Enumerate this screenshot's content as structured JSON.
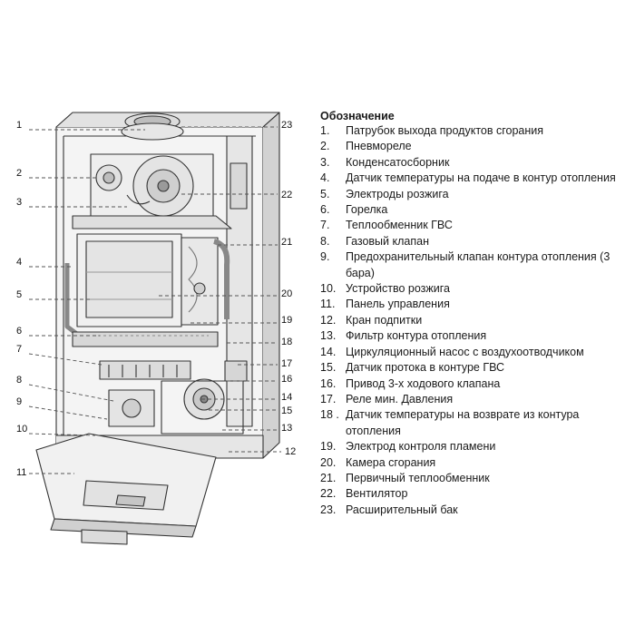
{
  "legend": {
    "title": "Обозначение",
    "items": [
      {
        "num": "1.",
        "text": "Патрубок выхода продуктов сгорания"
      },
      {
        "num": "2.",
        "text": "Пневмореле"
      },
      {
        "num": "3.",
        "text": "Конденсатосборник"
      },
      {
        "num": "4.",
        "text": "Датчик температуры на подаче в контур отопления"
      },
      {
        "num": "5.",
        "text": "Электроды розжига"
      },
      {
        "num": "6.",
        "text": "Горелка"
      },
      {
        "num": "7.",
        "text": "Теплообменник ГВС"
      },
      {
        "num": "8.",
        "text": "Газовый клапан"
      },
      {
        "num": "9.",
        "text": "Предохранительный клапан контура отопления (3 бара)"
      },
      {
        "num": "10.",
        "text": "Устройство розжига"
      },
      {
        "num": "11.",
        "text": "Панель управления"
      },
      {
        "num": "12.",
        "text": "Кран подпитки"
      },
      {
        "num": "13.",
        "text": "Фильтр контура отопления"
      },
      {
        "num": "14.",
        "text": "Циркуляционный насос с воздухоотводчиком"
      },
      {
        "num": "15.",
        "text": "Датчик протока в контуре  ГВС"
      },
      {
        "num": "16.",
        "text": "Привод 3-х ходового клапана"
      },
      {
        "num": "17.",
        "text": "Реле мин. Давления"
      },
      {
        "num": "18 .",
        "text": "Датчик температуры на возврате из контура отопления"
      },
      {
        "num": "19.",
        "text": "Электрод контроля пламени"
      },
      {
        "num": "20.",
        "text": "Камера сгорания"
      },
      {
        "num": "21.",
        "text": "Первичный теплообменник"
      },
      {
        "num": "22.",
        "text": "Вентилятор"
      },
      {
        "num": "23.",
        "text": "Расширительный бак"
      }
    ]
  },
  "callouts": {
    "left": [
      "1",
      "2",
      "3",
      "4",
      "5",
      "6",
      "7",
      "8",
      "9",
      "10",
      "11"
    ],
    "right": [
      "23",
      "22",
      "21",
      "20",
      "19",
      "18",
      "17",
      "16",
      "14",
      "15",
      "13",
      "12"
    ]
  },
  "colors": {
    "line": "#333333",
    "fill": "#ededed",
    "shade": "#d6d6d6",
    "dark": "#9a9a9a"
  }
}
